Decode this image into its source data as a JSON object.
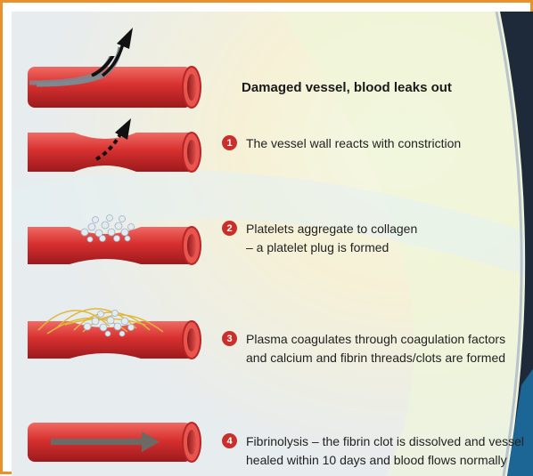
{
  "title": "Damaged vessel, blood leaks out",
  "steps": [
    {
      "number": "1",
      "lines": [
        "The vessel wall reacts with constriction"
      ]
    },
    {
      "number": "2",
      "lines": [
        "Platelets aggregate to collagen",
        "– a platelet plug is formed"
      ]
    },
    {
      "number": "3",
      "lines": [
        "Plasma coagulates through coagulation factors",
        "and calcium and fibrin threads/clots are formed"
      ]
    },
    {
      "number": "4",
      "lines": [
        "Fibrinolysis – the fibrin clot is dissolved and vessel",
        "healed within 10 days and blood flows normally"
      ]
    }
  ],
  "colors": {
    "border": "#e8912d",
    "vessel_red": "#d7302f",
    "badge_red": "#c9302c",
    "fibrin": "#e0b83a",
    "platelet": "#dfe6ec"
  }
}
